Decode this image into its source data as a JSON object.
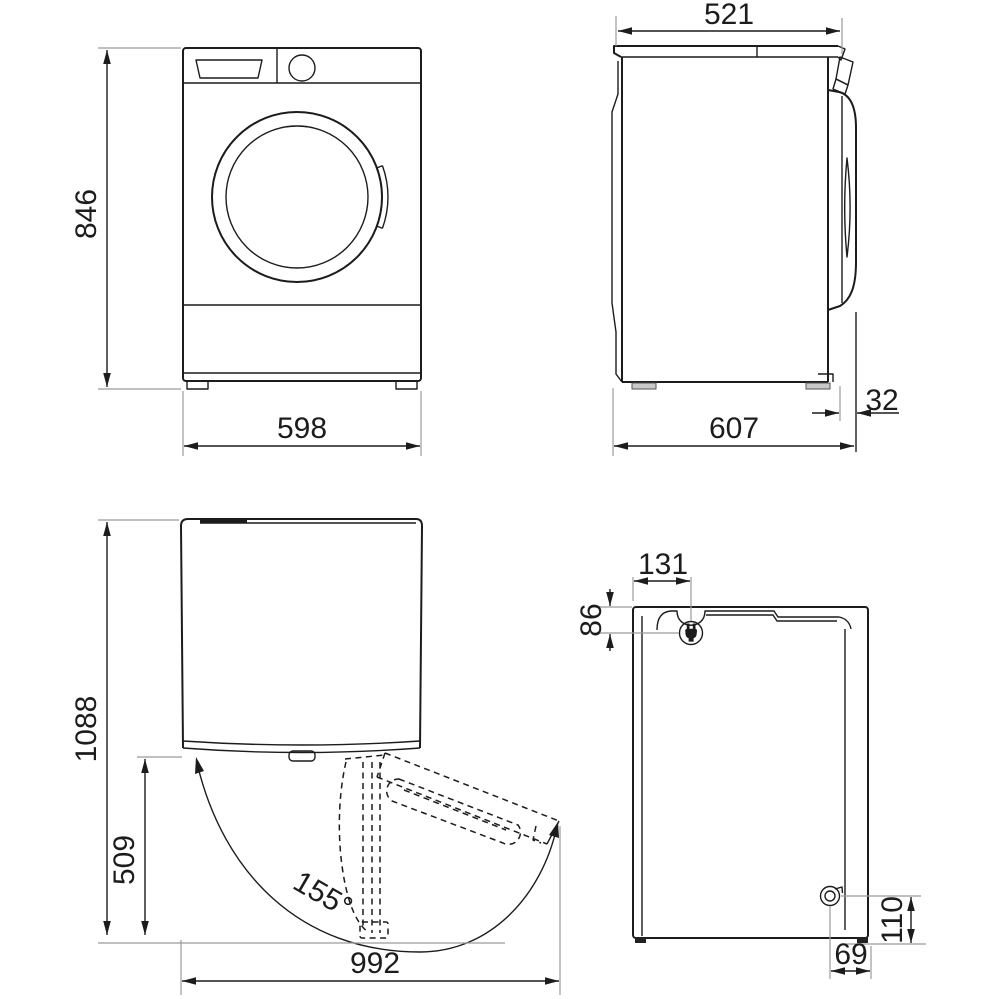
{
  "front_view": {
    "height_mm": "846",
    "width_mm": "598"
  },
  "side_view": {
    "depth_top_mm": "521",
    "depth_total_mm": "607",
    "door_protrusion_mm": "32"
  },
  "door_open_view": {
    "height_door_open_mm": "1088",
    "door_swing_depth_mm": "509",
    "door_swing_width_mm": "992",
    "door_opening_angle": "155°"
  },
  "rear_view": {
    "plug_from_side_mm": "131",
    "plug_from_top_mm": "86",
    "drain_from_bottom_mm": "110",
    "drain_from_side_mm": "69"
  },
  "colors": {
    "line": "#1c1c1c",
    "extension_line": "#9b9b9b",
    "background": "#ffffff"
  },
  "icons": {
    "plug": "power-plug-icon",
    "drain": "drain-hose-icon"
  }
}
